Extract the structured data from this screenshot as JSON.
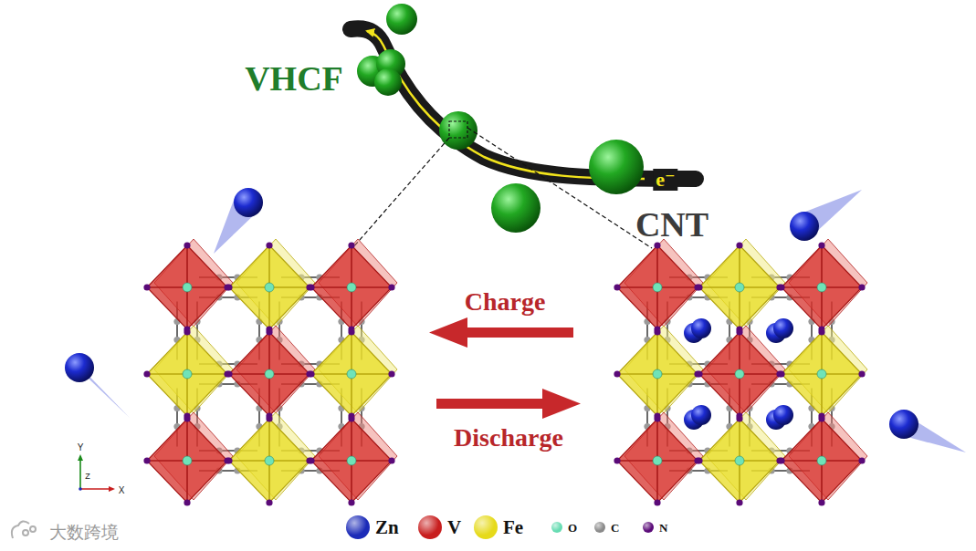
{
  "diagram": {
    "labels": [
      "VHCF",
      "e⁻",
      "CNT",
      "Charge",
      "Discharge",
      "Y",
      "Z",
      "X",
      "大数跨境"
    ],
    "legend": [
      {
        "text": "Zn",
        "color": "#1c2bb8"
      },
      {
        "text": "V",
        "color": "#c81e1e"
      },
      {
        "text": "Fe",
        "color": "#e6da1a"
      },
      {
        "text": "O",
        "color": "#66dcb2"
      },
      {
        "text": "C",
        "color": "#8a8a8a"
      },
      {
        "text": "N",
        "color": "#5a0a78"
      }
    ]
  }
}
